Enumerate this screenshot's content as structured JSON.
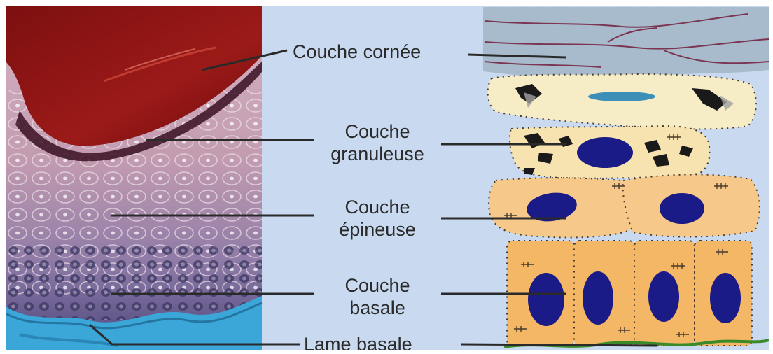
{
  "labels": {
    "stratum_corneum": "Couche cornée",
    "granulosum_line1": "Couche",
    "granulosum_line2": "granuleuse",
    "spinosum_line1": "Couche",
    "spinosum_line2": "épineuse",
    "basale_line1": "Couche",
    "basale_line2": "basale",
    "basal_lamina": "Lame basale"
  },
  "colors": {
    "background": "#c9daf0",
    "keratin_red": "#8f1515",
    "histology_pink": "#c7a2b3",
    "histology_purple": "#6a5a90",
    "stain_blue": "#3aa7d8",
    "corneum_cells": "#a8bccd",
    "granular_cells": "#f6e3b0",
    "spinous_cells": "#f6c98a",
    "basal_cells": "#f3b765",
    "nucleus": "#1a1b86",
    "leader_line": "#2a2a2a"
  }
}
